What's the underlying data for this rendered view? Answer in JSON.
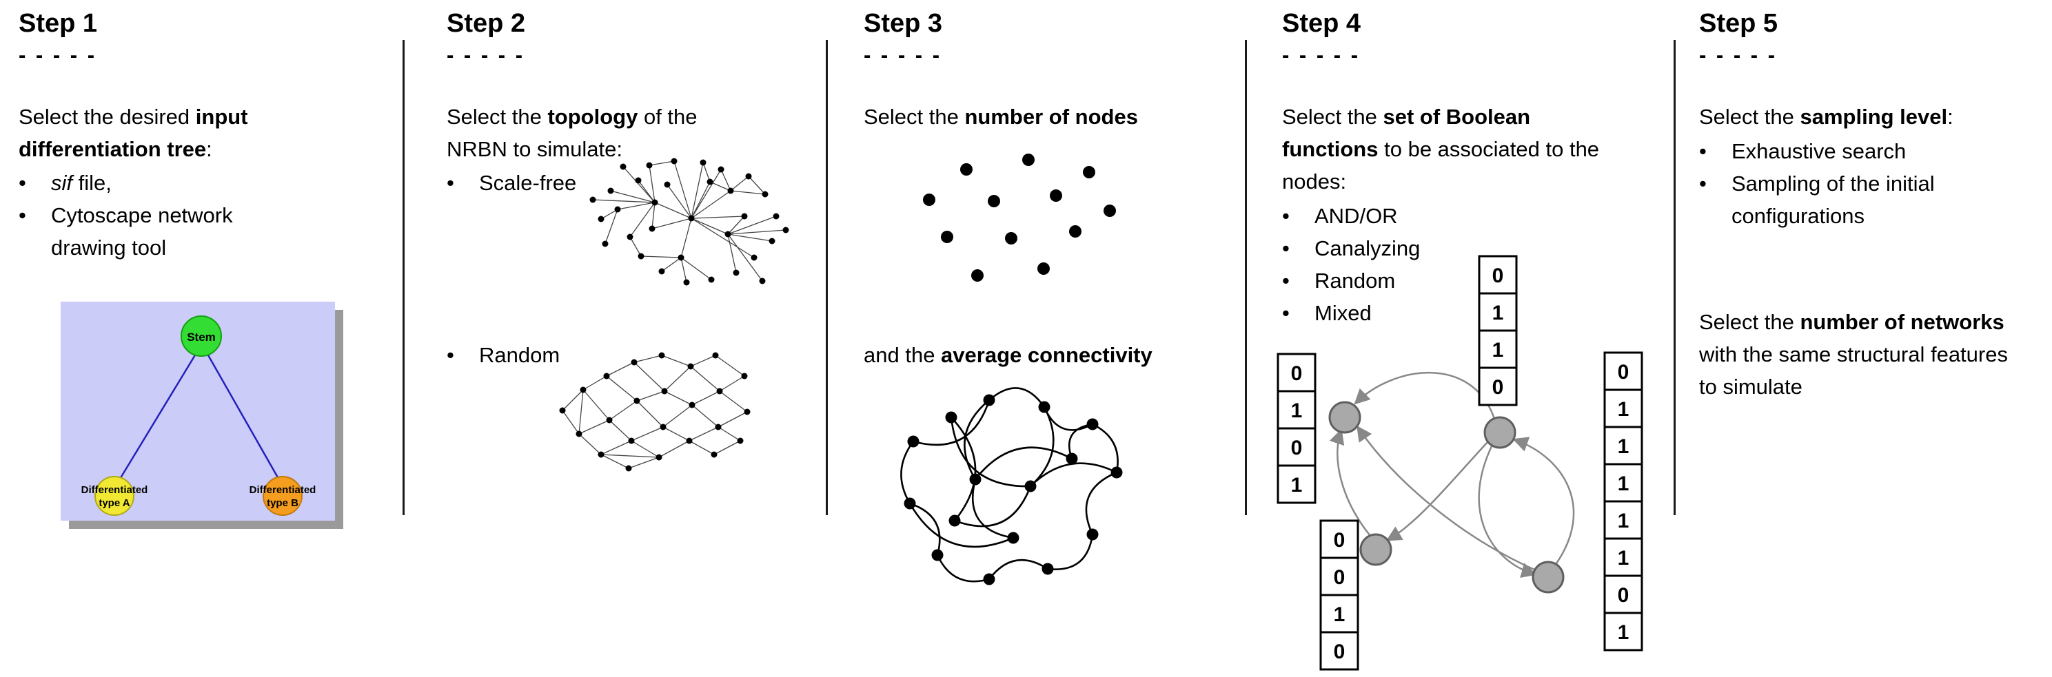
{
  "bullet_char": "•",
  "steps": [
    {
      "title": "Step 1",
      "dashes": "- - - - -",
      "intro": {
        "pre": "Select the desired ",
        "bold": "input differentiation tree",
        "post": ":"
      },
      "bullets": {
        "b1_italic": "sif",
        "b1_rest": " file,",
        "b2": "Cytoscape network drawing tool"
      },
      "figure": {
        "stem": "Stem",
        "type_a_line1": "Differentiated",
        "type_a_line2": "type A",
        "type_b_line1": "Differentiated",
        "type_b_line2": "type B"
      }
    },
    {
      "title": "Step 2",
      "dashes": "- - - - -",
      "intro": {
        "pre": "Select the ",
        "bold": "topology",
        "post": " of the NRBN to simulate:"
      },
      "bullets": {
        "b1": "Scale-free",
        "b2": "Random"
      }
    },
    {
      "title": "Step 3",
      "dashes": "- - - - -",
      "line1": {
        "pre": "Select the ",
        "bold": "number of nodes",
        "post": ""
      },
      "line2": {
        "pre": "and the ",
        "bold": "average connectivity",
        "post": ""
      }
    },
    {
      "title": "Step 4",
      "dashes": "- - - - -",
      "intro": {
        "pre": "Select the ",
        "bold": "set of Boolean functions",
        "post": " to be associated to the nodes:"
      },
      "bullets": {
        "b1": "AND/OR",
        "b2": "Canalyzing",
        "b3": "Random",
        "b4": "Mixed"
      },
      "truth_tables": {
        "top": [
          "0",
          "1",
          "1",
          "0"
        ],
        "left": [
          "0",
          "1",
          "0",
          "1"
        ],
        "bottom": [
          "0",
          "0",
          "1",
          "0"
        ],
        "right": [
          "0",
          "1",
          "1",
          "1",
          "1",
          "1",
          "0",
          "1"
        ]
      }
    },
    {
      "title": "Step 5",
      "dashes": "- - - - -",
      "intro": {
        "pre": "Select the ",
        "bold": "sampling level",
        "post": ":"
      },
      "bullets": {
        "b1": "Exhaustive search",
        "b2": "Sampling of the initial configurations"
      },
      "para2": {
        "pre": "Select the ",
        "bold": "number of networks",
        "post": " with the same structural features to simulate"
      }
    }
  ],
  "colors": {
    "tree_bg_lavender": "#ccccf8",
    "stem_green": "#33dd33",
    "type_a_yellow": "#f0e832",
    "type_b_orange": "#f59d1e",
    "edge_blue": "#2222bb",
    "node_gray": "#a9a9a9",
    "arrow_gray": "#888888"
  }
}
